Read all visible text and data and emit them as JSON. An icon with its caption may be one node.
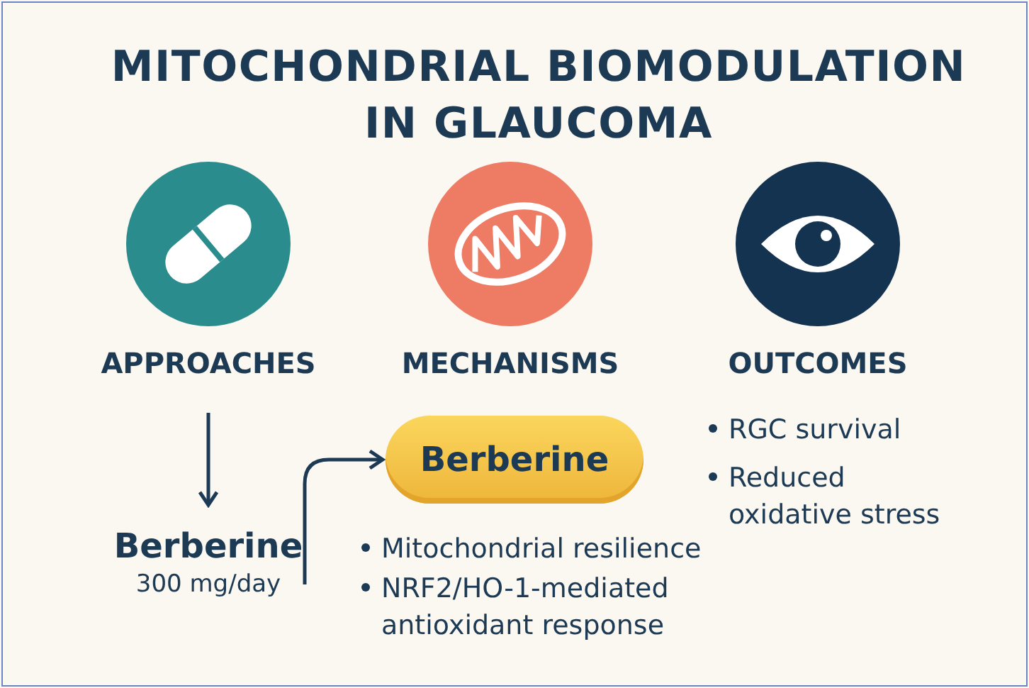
{
  "diagram": {
    "title": "MITOCHONDRIAL BIOMODULATION IN GLAUCOMA",
    "nodes": [
      {
        "text": [
          "APPROACHES"
        ]
      },
      {
        "text": [
          "Berberine",
          "300 mg/day"
        ]
      },
      {
        "text": [
          "Berberine"
        ]
      }
    ],
    "edges": [
      {
        "from": 0,
        "to": 1,
        "arrow": "to"
      },
      {
        "from": 1,
        "to": 2,
        "arrow": "to"
      }
    ],
    "labels": [
      "MECHANISMS",
      "OUTCOMES",
      "RGC survival",
      "Reduced oxidative stress",
      "Mitochondrial resilience",
      "NRF2/HO-1-mediated antioxidant response"
    ]
  }
}
